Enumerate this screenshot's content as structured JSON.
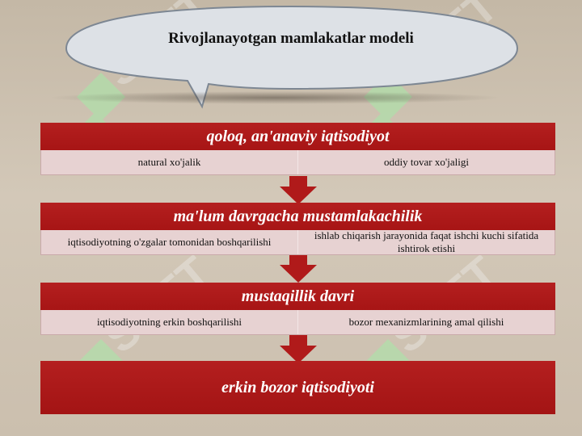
{
  "title": "Rivojlanayotgan mamlakatlar modeli",
  "stages": [
    {
      "label": "qoloq, an'anaviy iqtisodiyot",
      "cells": [
        "natural xo'jalik",
        "oddiy tovar xo'jaligi"
      ]
    },
    {
      "label": "ma'lum  davrgacha mustamlakachilik",
      "cells": [
        "iqtisodiyotning o'zgalar tomonidan boshqarilishi",
        "ishlab chiqarish jarayonida faqat ishchi kuchi sifatida ishtirok etishi"
      ]
    },
    {
      "label": "mustaqillik davri",
      "cells": [
        "iqtisodiyotning erkin boshqarilishi",
        "bozor mexanizmlarining amal qilishi"
      ]
    }
  ],
  "final_label": "erkin bozor iqtisodiyoti",
  "watermark_text": "SOFT",
  "colors": {
    "header_red": "#b01a1a",
    "cell_pink": "#e7d2d2",
    "bubble": "#dfe3e8",
    "watermark_green": "#9be3a0"
  }
}
